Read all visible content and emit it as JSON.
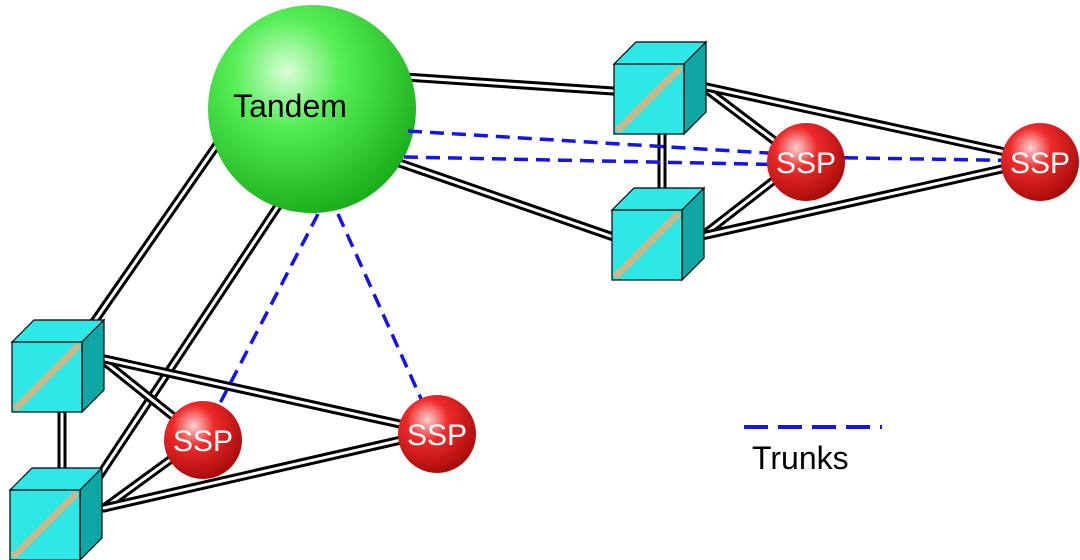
{
  "tandem": {
    "label": "Tandem"
  },
  "ssp": {
    "label": "SSP"
  },
  "legend": {
    "label": "Trunks"
  },
  "colors": {
    "trunk_dashed": "#1414e6",
    "link_outer": "#000000",
    "link_inner": "#ffffff",
    "tandem_sphere": "#33dd33",
    "ssp_sphere": "#e01515",
    "switch_face": "#2ee8e8",
    "switch_side": "#0fa6a6",
    "switch_stripe": "#c9b98a"
  },
  "icons": {
    "tandem": "green-sphere",
    "ssp": "red-sphere",
    "switch": "cyan-cube"
  }
}
